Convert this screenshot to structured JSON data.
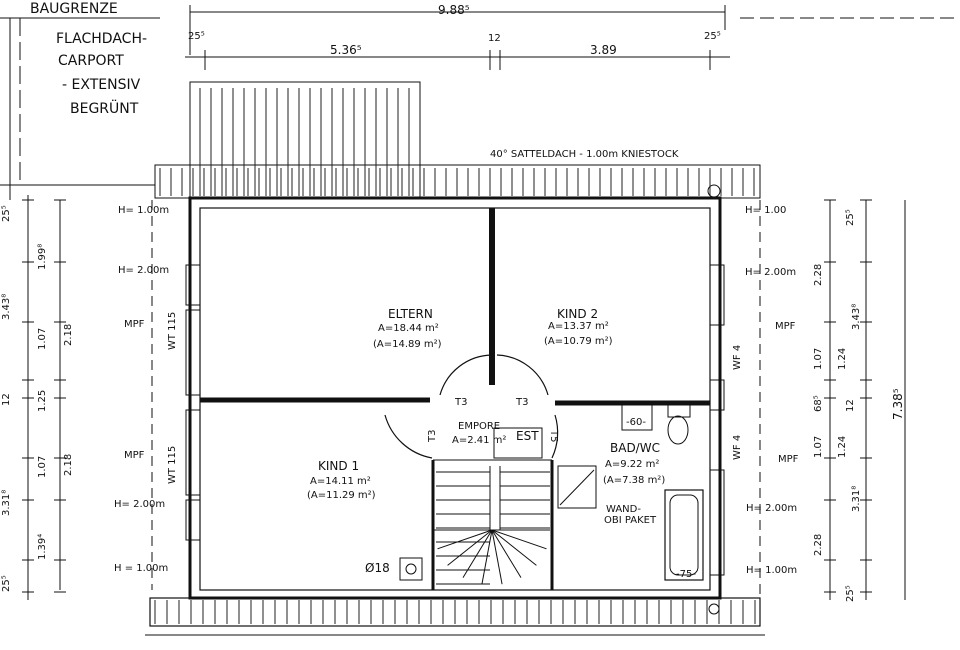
{
  "header": {
    "boundary": "BAUGRENZE",
    "total_width": "9.88⁵"
  },
  "carport_note": [
    "FLACHDACH-",
    "CARPORT",
    "- EXTENSIV",
    "BEGRÜNT"
  ],
  "top_dims": [
    "25⁵",
    "5.36⁵",
    "12",
    "3.89",
    "25⁵"
  ],
  "roof_note": "40° SATTELDACH - 1.00m KNIESTOCK",
  "rooms": {
    "eltern": {
      "name": "ELTERN",
      "area": "A=18.44 m²",
      "net": "(A=14.89 m²)"
    },
    "kind2": {
      "name": "KIND 2",
      "area": "A=13.37 m²",
      "net": "(A=10.79 m²)"
    },
    "kind1": {
      "name": "KIND 1",
      "area": "A=14.11 m²",
      "net": "(A=11.29 m²)"
    },
    "empore": {
      "name": "EMPORE",
      "area": "A=2.41 m²",
      "est": "EST"
    },
    "bad": {
      "name": "BAD/WC",
      "area": "A=9.22 m²",
      "net": "(A=7.38 m²)"
    }
  },
  "doors": [
    "T3",
    "T3",
    "T3",
    "T5"
  ],
  "left_labels": [
    "H= 1.00m",
    "H= 2.00m",
    "MPF",
    "WT 115",
    "WT 115",
    "MPF",
    "H= 2.00m",
    "H = 1.00m"
  ],
  "right_labels": [
    "H= 1.00",
    "H= 2.00m",
    "MPF",
    "WF 4",
    "WF 4",
    "MPF",
    "H= 2.00m",
    "H= 1.00m"
  ],
  "left_dims_outer": [
    "25⁵",
    "3.43⁸",
    "12",
    "3.31⁸",
    "25⁵"
  ],
  "left_dims_mid": [
    "1.99⁸",
    "1.07",
    "1.25",
    "1.07",
    "1.39⁴"
  ],
  "left_dims_inner": [
    "2.18",
    "2.18"
  ],
  "right_dims": [
    "25⁵",
    "2.28",
    "3.43⁸",
    "1.07",
    "1.24",
    "68⁵",
    "12",
    "1.07",
    "1.24",
    "3.31⁸",
    "2.28",
    "25⁵",
    "7.38⁵"
  ],
  "fixtures": {
    "sink": "-60-",
    "package": [
      "WAND-",
      "OBI PAKET"
    ],
    "tub": "-75-",
    "chimney": "Ø18"
  }
}
